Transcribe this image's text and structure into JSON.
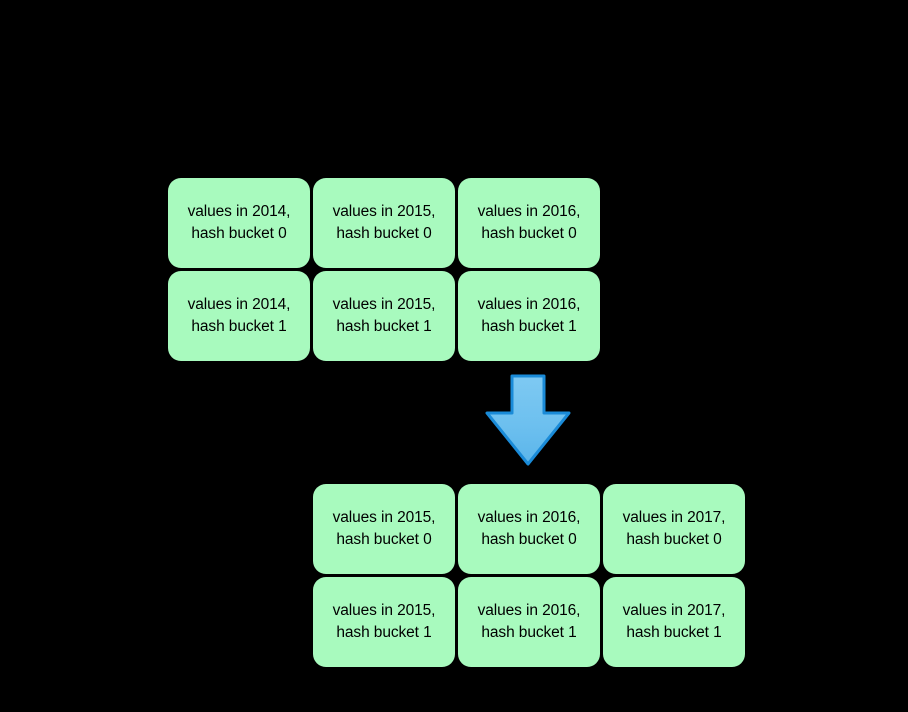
{
  "diagram": {
    "background_color": "#000000",
    "box_fill_color": "#a8fabe",
    "box_text_color": "#000000",
    "arrow_fill_color": "#6fc2ee",
    "arrow_border_color": "#1a8bd8",
    "before": {
      "group_name": "before-state",
      "rows": [
        {
          "cells": [
            {
              "id": "before-2014-bucket-0",
              "text": "values in 2014,\nhash bucket 0",
              "year": "2014",
              "bucket": "0"
            },
            {
              "id": "before-2015-bucket-0",
              "text": "values in 2015,\nhash bucket 0",
              "year": "2015",
              "bucket": "0"
            },
            {
              "id": "before-2016-bucket-0",
              "text": "values in 2016,\nhash bucket 0",
              "year": "2016",
              "bucket": "0"
            }
          ]
        },
        {
          "cells": [
            {
              "id": "before-2014-bucket-1",
              "text": "values in 2014,\nhash bucket 1",
              "year": "2014",
              "bucket": "1"
            },
            {
              "id": "before-2015-bucket-1",
              "text": "values in 2015,\nhash bucket 1",
              "year": "2015",
              "bucket": "1"
            },
            {
              "id": "before-2016-bucket-1",
              "text": "values in 2016,\nhash bucket 1",
              "year": "2016",
              "bucket": "1"
            }
          ]
        }
      ]
    },
    "arrow": {
      "icon": "arrow-down-icon",
      "direction": "down"
    },
    "after": {
      "group_name": "after-state",
      "rows": [
        {
          "cells": [
            {
              "id": "after-2015-bucket-0",
              "text": "values in 2015,\nhash bucket 0",
              "year": "2015",
              "bucket": "0"
            },
            {
              "id": "after-2016-bucket-0",
              "text": "values in 2016,\nhash bucket 0",
              "year": "2016",
              "bucket": "0"
            },
            {
              "id": "after-2017-bucket-0",
              "text": "values in 2017,\nhash bucket 0",
              "year": "2017",
              "bucket": "0"
            }
          ]
        },
        {
          "cells": [
            {
              "id": "after-2015-bucket-1",
              "text": "values in 2015,\nhash bucket 1",
              "year": "2015",
              "bucket": "1"
            },
            {
              "id": "after-2016-bucket-1",
              "text": "values in 2016,\nhash bucket 1",
              "year": "2016",
              "bucket": "1"
            },
            {
              "id": "after-2017-bucket-1",
              "text": "values in 2017,\nhash bucket 1",
              "year": "2017",
              "bucket": "1"
            }
          ]
        }
      ]
    }
  }
}
